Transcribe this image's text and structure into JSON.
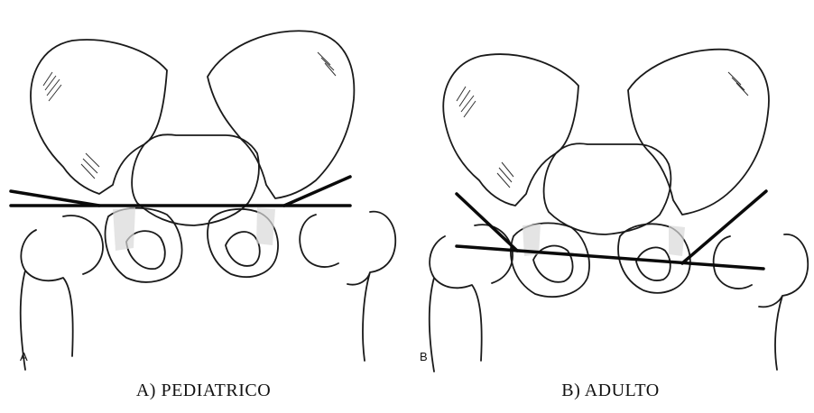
{
  "panels": [
    {
      "letter": "A",
      "caption": "A) PEDIATRICO"
    },
    {
      "letter": "B",
      "caption": "B) ADULTO"
    }
  ]
}
